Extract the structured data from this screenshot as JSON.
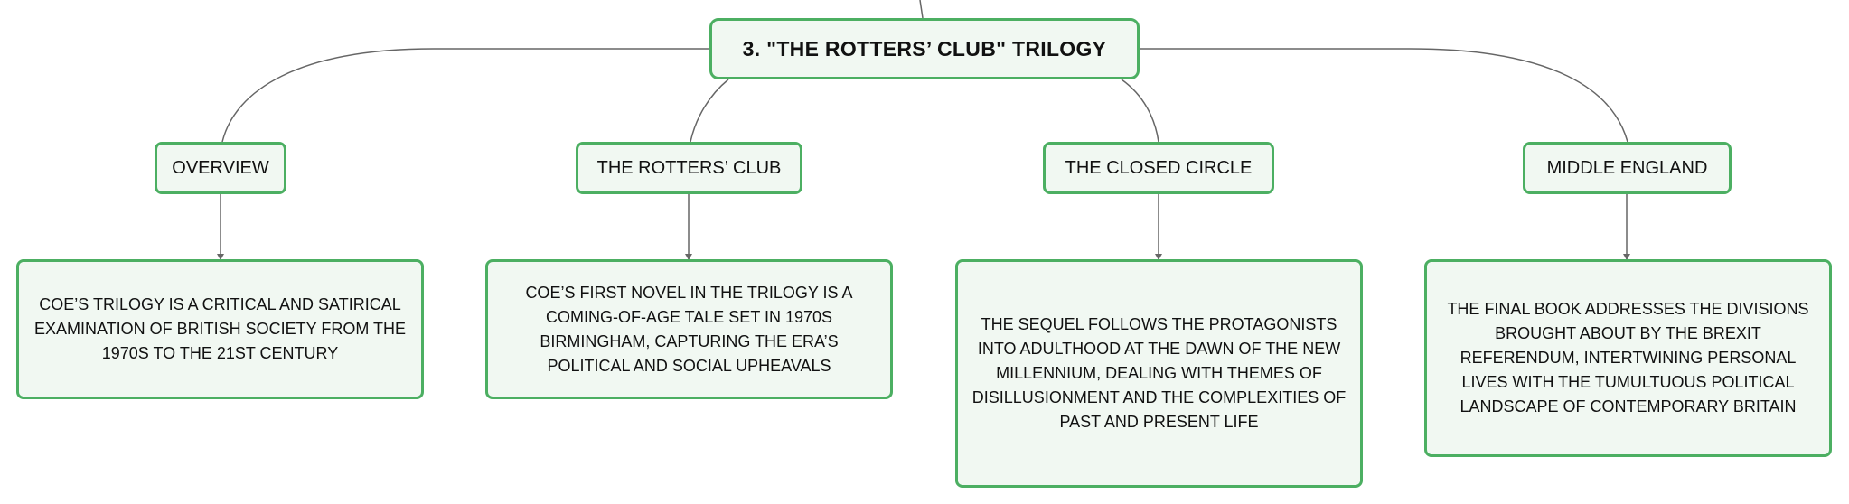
{
  "root": {
    "title": "3. \"THE ROTTERS’ CLUB\" TRILOGY"
  },
  "branches": [
    {
      "label": "OVERVIEW",
      "detail": "COE’S TRILOGY IS A CRITICAL AND SATIRICAL EXAMINATION OF BRITISH SOCIETY FROM THE 1970S TO THE 21ST CENTURY"
    },
    {
      "label": "THE ROTTERS’ CLUB",
      "detail": "COE’S FIRST NOVEL IN THE TRILOGY IS A COMING-OF-AGE TALE SET IN 1970S BIRMINGHAM, CAPTURING THE ERA’S POLITICAL AND SOCIAL UPHEAVALS"
    },
    {
      "label": "THE CLOSED CIRCLE",
      "detail": "THE SEQUEL FOLLOWS THE PROTAGONISTS INTO ADULTHOOD AT THE DAWN OF THE NEW MILLENNIUM, DEALING WITH THEMES OF DISILLUSIONMENT AND THE COMPLEXITIES OF PAST AND PRESENT LIFE"
    },
    {
      "label": "MIDDLE ENGLAND",
      "detail": "THE FINAL BOOK ADDRESSES THE DIVISIONS BROUGHT ABOUT BY THE BREXIT REFERENDUM, INTERTWINING PERSONAL LIVES WITH THE TUMULTUOUS POLITICAL LANDSCAPE OF CONTEMPORARY BRITAIN"
    }
  ],
  "colors": {
    "node_border": "#4caf62",
    "node_fill": "#f1f8f2",
    "connector": "#666666"
  }
}
